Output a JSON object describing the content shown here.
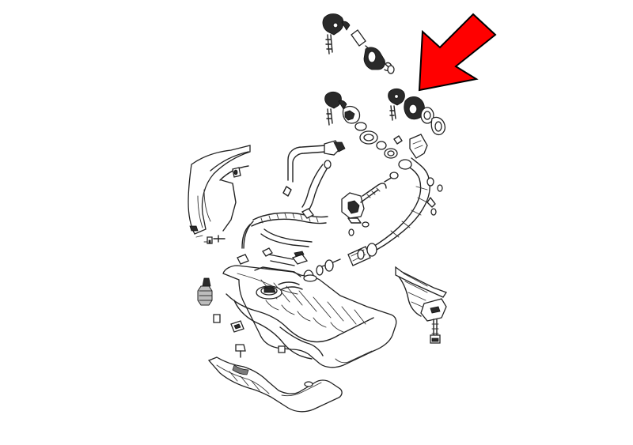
{
  "diagram": {
    "background": "#ffffff",
    "line_color": "#222222",
    "arrow_color": "#ff0000",
    "components": [
      "key-cap-upper",
      "lock-cylinder-upper",
      "key-cap-middle",
      "lock-cylinder-middle",
      "key-cap-left",
      "filler-neck-rings",
      "filler-funnel",
      "filler-hose",
      "vent-hose",
      "tank-strap-bracket",
      "fuel-tank",
      "fuel-pump-unit",
      "heat-shield",
      "inner-wheel-arch-liner",
      "bracket-with-bolt"
    ],
    "highlight": {
      "target": "lock-cylinder-middle",
      "indicator": "red-arrow"
    }
  }
}
